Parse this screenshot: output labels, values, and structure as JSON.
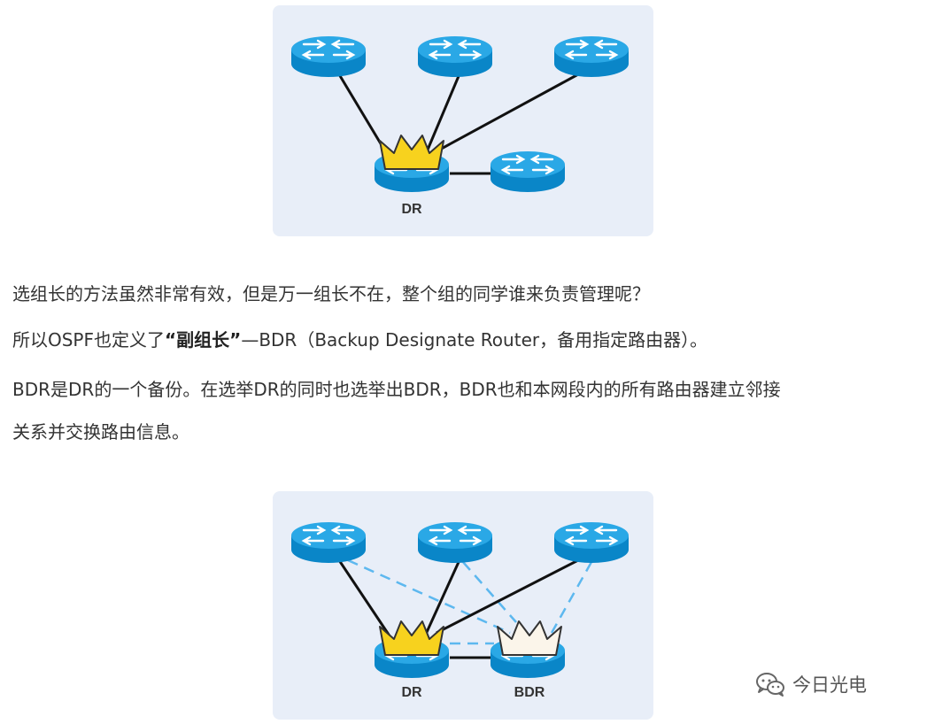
{
  "figure1": {
    "label_dr": "DR"
  },
  "figure2": {
    "label_dr": "DR",
    "label_bdr": "BDR"
  },
  "paragraphs": {
    "p1": "选组长的方法虽然非常有效，但是万一组长不在，整个组的同学谁来负责管理呢？",
    "p2_before": "所以OSPF也定义了",
    "p2_strong": "“副组长”",
    "p2_after": "—BDR（Backup Designate Router，备用指定路由器）。",
    "p3": "BDR是DR的一个备份。在选举DR的同时也选举出BDR，BDR也和本网段内的所有路由器建立邻接",
    "p4": "关系并交换路由信息。"
  },
  "watermark": {
    "text": "今日光电"
  },
  "colors": {
    "figure_bg": "#e8eef8",
    "router_blue": "#0b8fd1",
    "router_top": "#29a8e8",
    "crown_gold": "#f7d21e",
    "crown_white": "#fbf5ea",
    "link_solid": "#111111",
    "link_dashed": "#5db8ef"
  }
}
